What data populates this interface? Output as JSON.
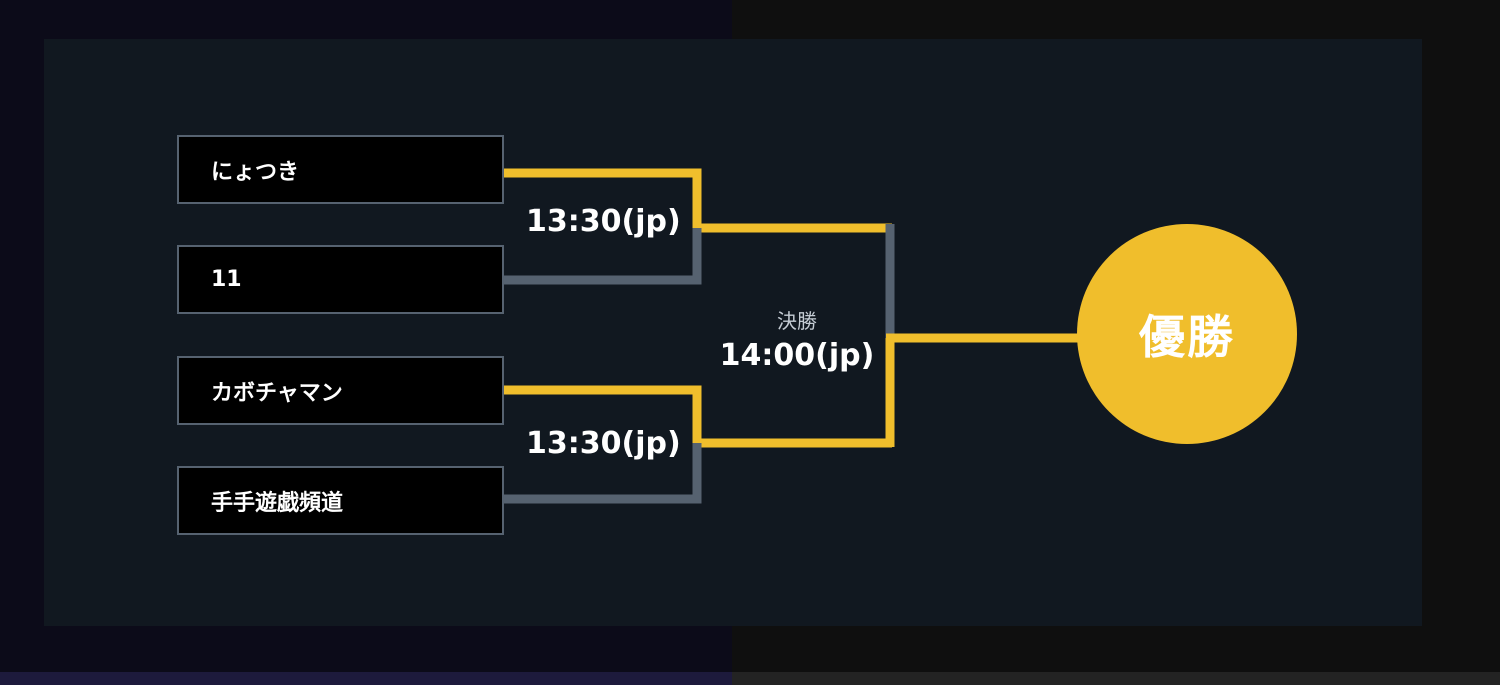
{
  "colors": {
    "accent": "#f0be2c",
    "line_inactive": "#566270",
    "panel_bg": "#111820",
    "box_bg": "#000000"
  },
  "players": [
    "にょつき",
    "11",
    "カボチャマン",
    "手手遊戯頻道"
  ],
  "semifinals": [
    {
      "time": "13:30(jp)",
      "winner_index": 0
    },
    {
      "time": "13:30(jp)",
      "winner_index": 0
    }
  ],
  "final": {
    "caption": "決勝",
    "time": "14:00(jp)",
    "winner_side": "bottom"
  },
  "champion_label": "優勝"
}
